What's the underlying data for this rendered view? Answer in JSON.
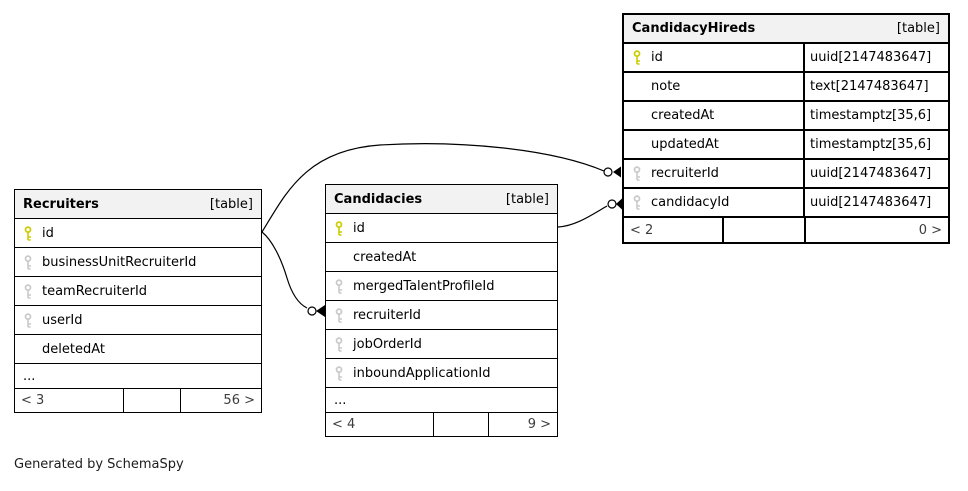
{
  "note": "Generated by SchemaSpy",
  "colors": {
    "header_bg": "#f2f2f2",
    "primary_key_icon": "#cccc00",
    "foreign_key_icon": "#c9c9c9",
    "line": "#000000"
  },
  "tables": {
    "recruiters": {
      "title": "Recruiters",
      "tag": "[table]",
      "columns": [
        {
          "name": "id",
          "key": "primary"
        },
        {
          "name": "businessUnitRecruiterId",
          "key": "foreign"
        },
        {
          "name": "teamRecruiterId",
          "key": "foreign"
        },
        {
          "name": "userId",
          "key": "foreign"
        },
        {
          "name": "deletedAt",
          "key": "none"
        }
      ],
      "ellipsis": "...",
      "footer": {
        "left": "< 3",
        "middle": "",
        "right": "56 >"
      }
    },
    "candidacies": {
      "title": "Candidacies",
      "tag": "[table]",
      "columns": [
        {
          "name": "id",
          "key": "primary"
        },
        {
          "name": "createdAt",
          "key": "none"
        },
        {
          "name": "mergedTalentProfileId",
          "key": "foreign"
        },
        {
          "name": "recruiterId",
          "key": "foreign"
        },
        {
          "name": "jobOrderId",
          "key": "foreign"
        },
        {
          "name": "inboundApplicationId",
          "key": "foreign"
        }
      ],
      "ellipsis": "...",
      "footer": {
        "left": "< 4",
        "middle": "",
        "right": "9 >"
      }
    },
    "candidacyHireds": {
      "title": "CandidacyHireds",
      "tag": "[table]",
      "columns": [
        {
          "name": "id",
          "type": "uuid[2147483647]",
          "key": "primary"
        },
        {
          "name": "note",
          "type": "text[2147483647]",
          "key": "none"
        },
        {
          "name": "createdAt",
          "type": "timestamptz[35,6]",
          "key": "none"
        },
        {
          "name": "updatedAt",
          "type": "timestamptz[35,6]",
          "key": "none"
        },
        {
          "name": "recruiterId",
          "type": "uuid[2147483647]",
          "key": "foreign"
        },
        {
          "name": "candidacyId",
          "type": "uuid[2147483647]",
          "key": "foreign"
        }
      ],
      "footer": {
        "left": "< 2",
        "middle": "",
        "right": "0 >"
      }
    }
  },
  "relationships": [
    {
      "from": "Recruiters.id",
      "to": "CandidacyHireds.recruiterId"
    },
    {
      "from": "Recruiters.id",
      "to": "Candidacies.recruiterId"
    },
    {
      "from": "Candidacies.id",
      "to": "CandidacyHireds.candidacyId"
    }
  ]
}
